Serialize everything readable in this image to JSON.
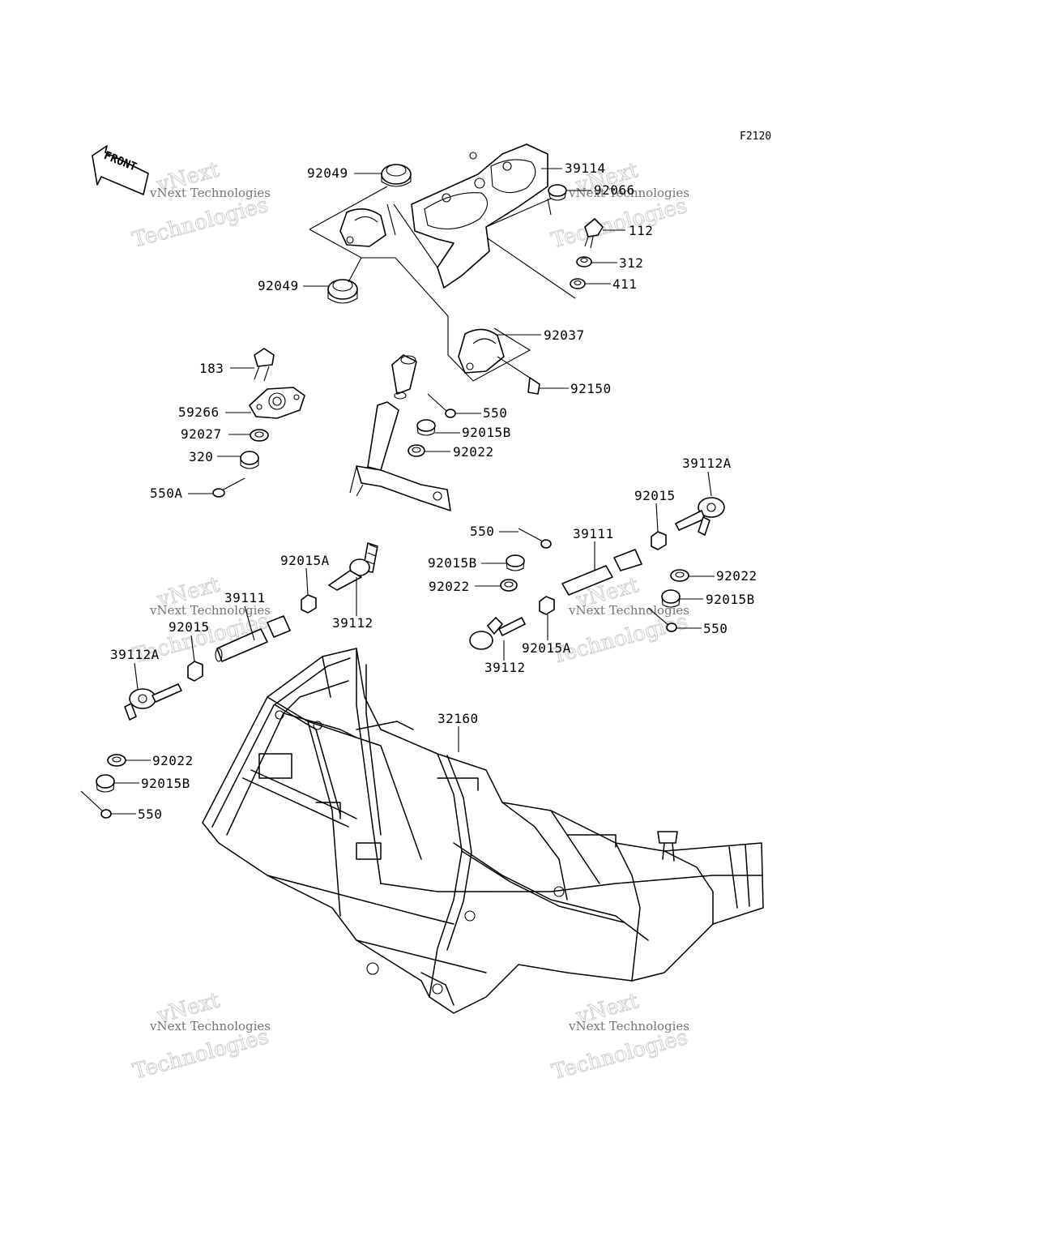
{
  "figure_code": "F2120",
  "front_label": "FRONT",
  "watermark": {
    "line1": "vNext",
    "line2": "Technologies",
    "caption": "vNext Technologies"
  },
  "labels": {
    "p92049_top": "92049",
    "p39114": "39114",
    "p92066": "92066",
    "p112": "112",
    "p312": "312",
    "p411": "411",
    "p92049_bottom": "92049",
    "p92037": "92037",
    "p183": "183",
    "p92150": "92150",
    "p59266": "59266",
    "p550_upper": "550",
    "p92027": "92027",
    "p92015B_upper": "92015B",
    "p320": "320",
    "p92022_upper": "92022",
    "p550A": "550A",
    "p39112A_right": "39112A",
    "p92015_right": "92015",
    "p550_mid": "550",
    "p39111_right": "39111",
    "p92015B_mid": "92015B",
    "p92022_mid": "92022",
    "p92015A_left": "92015A",
    "p92022_right": "92022",
    "p92015B_right": "92015B",
    "p39111_left": "39111",
    "p92015_left": "92015",
    "p39112_center": "39112",
    "p550_right": "550",
    "p92015A_right": "92015A",
    "p39112A_left": "39112A",
    "p39112_right": "39112",
    "p32160": "32160",
    "p92022_lower": "92022",
    "p92015B_lower": "92015B",
    "p550_lower": "550"
  }
}
